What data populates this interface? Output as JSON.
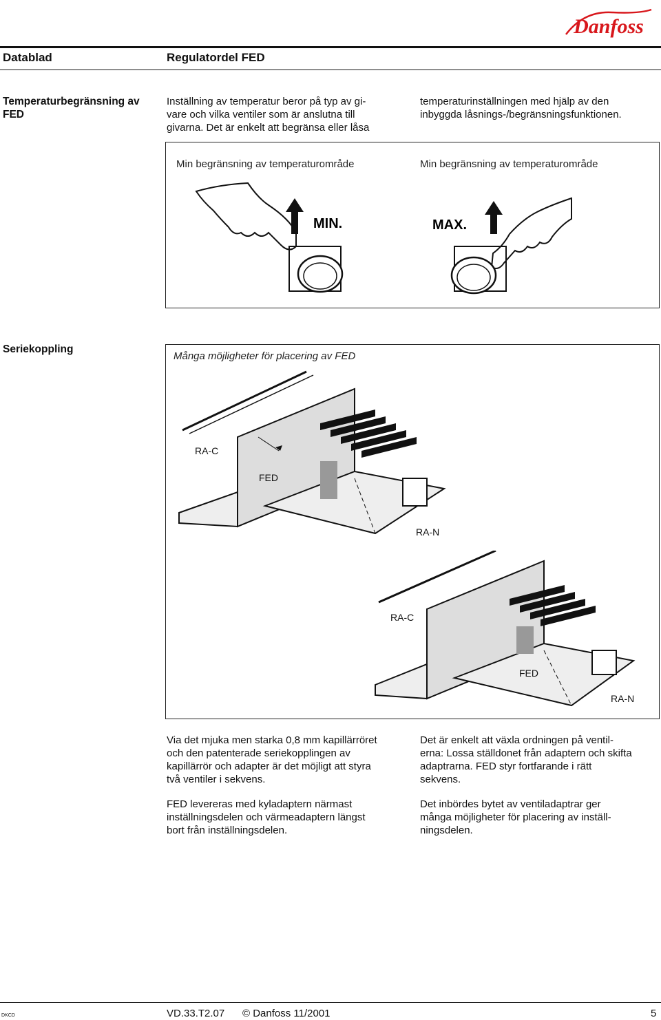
{
  "brand": {
    "logo_text": "Danfoss",
    "color": "#d8171c"
  },
  "header": {
    "left": "Datablad",
    "right": "Regulatordel FED"
  },
  "section1": {
    "title": "Temperaturbegränsning av FED",
    "col1": [
      "Inställning av temperatur beror på typ av gi-",
      "vare och vilka ventiler som är anslutna till",
      "givarna. Det är enkelt att begränsa eller låsa"
    ],
    "col2": [
      "temperaturinställningen med hjälp av den",
      "inbyggda låsnings-/begränsningsfunktionen."
    ],
    "figure": {
      "caption_left": "Min begränsning av temperaturområde",
      "caption_right": "Min begränsning av temperaturområde",
      "label_min": "MIN.",
      "label_max": "MAX."
    }
  },
  "section2": {
    "title": "Seriekoppling",
    "figure": {
      "caption": "Många möjligheter för placering av FED",
      "top": {
        "ra_c": "RA-C",
        "fed": "FED",
        "ra_n": "RA-N"
      },
      "bottom": {
        "ra_c": "RA-C",
        "fed": "FED",
        "ra_n": "RA-N"
      }
    },
    "col1_p1": [
      "Via det mjuka men starka 0,8 mm kapillärröret",
      "och den patenterade seriekopplingen av",
      "kapillärrör och adapter är det möjligt att styra",
      "två ventiler i sekvens."
    ],
    "col1_p2": [
      "FED levereras med kyladaptern närmast",
      "inställningsdelen och värmeadaptern längst",
      "bort från inställningsdelen."
    ],
    "col2_p1": [
      "Det är enkelt att växla ordningen på ventil-",
      "erna: Lossa ställdonet från adaptern och skifta",
      "adaptrarna. FED styr fortfarande i rätt",
      "sekvens."
    ],
    "col2_p2": [
      "Det inbördes bytet av ventiladaptrar ger",
      "många möjligheter för placering av inställ-",
      "ningsdelen."
    ]
  },
  "footer": {
    "code": "DKCD",
    "doc": "VD.33.T2.07",
    "copyright": "© Danfoss 11/2001",
    "page": "5"
  }
}
